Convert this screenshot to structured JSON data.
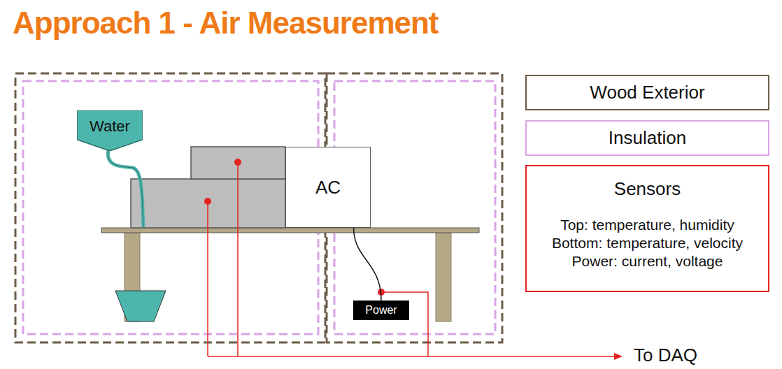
{
  "diagram": {
    "title": "Approach 1 - Air Measurement",
    "nodes": [
      {
        "text": [
          "Water"
        ]
      },
      {
        "text": [
          "AC"
        ]
      },
      {
        "text": [
          "Power"
        ]
      },
      {
        "text": [
          "Sensors",
          "Top: temperature, humidity",
          "Bottom: temperature, velocity",
          "Power: current, voltage"
        ]
      }
    ],
    "edges": [
      {
        "from": 1,
        "to": 2,
        "arrow": "none"
      }
    ],
    "labels": [
      "To DAQ"
    ],
    "legend": [
      {
        "text": "Wood Exterior",
        "color": "#6b5d49"
      },
      {
        "text": "Insulation",
        "color": "#d9a3e6"
      }
    ]
  }
}
